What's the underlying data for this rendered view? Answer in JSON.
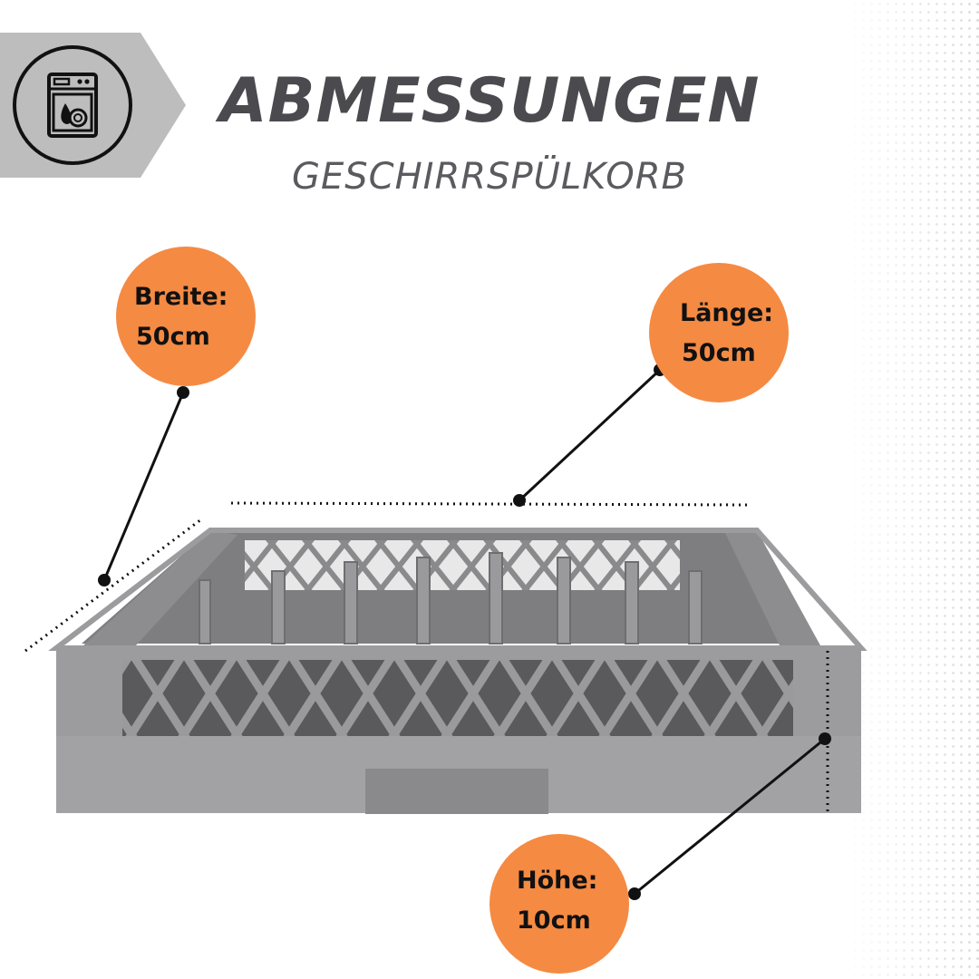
{
  "header": {
    "title": "ABMESSUNGEN",
    "subtitle": "GESCHIRRSPÜLKORB",
    "icon": "dishwasher-icon"
  },
  "dimensions": {
    "width": {
      "label": "Breite:",
      "value": "50cm"
    },
    "length": {
      "label": "Länge:",
      "value": "50cm"
    },
    "height": {
      "label": "Höhe:",
      "value": "10cm"
    }
  },
  "colors": {
    "badge": "#f58a43",
    "title": "#4a4a4f",
    "banner": "#bdbdbd",
    "rack": "#8e8e90"
  }
}
